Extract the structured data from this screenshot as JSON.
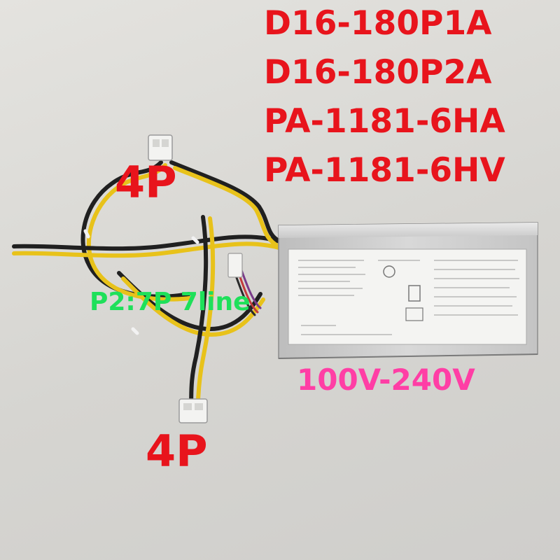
{
  "labels": {
    "models": [
      "D16-180P1A",
      "D16-180P2A",
      "PA-1181-6HA",
      "PA-1181-6HV"
    ],
    "connector_top": "4P",
    "connector_bottom": "4P",
    "pin_info": "P2:7P 7line",
    "voltage": "100V-240V"
  },
  "colors": {
    "model_text": "#e8141c",
    "pin_text": "#1ee05a",
    "voltage_text": "#ff3ea5",
    "wire_yellow": "#e8c21a",
    "wire_black": "#202020"
  }
}
